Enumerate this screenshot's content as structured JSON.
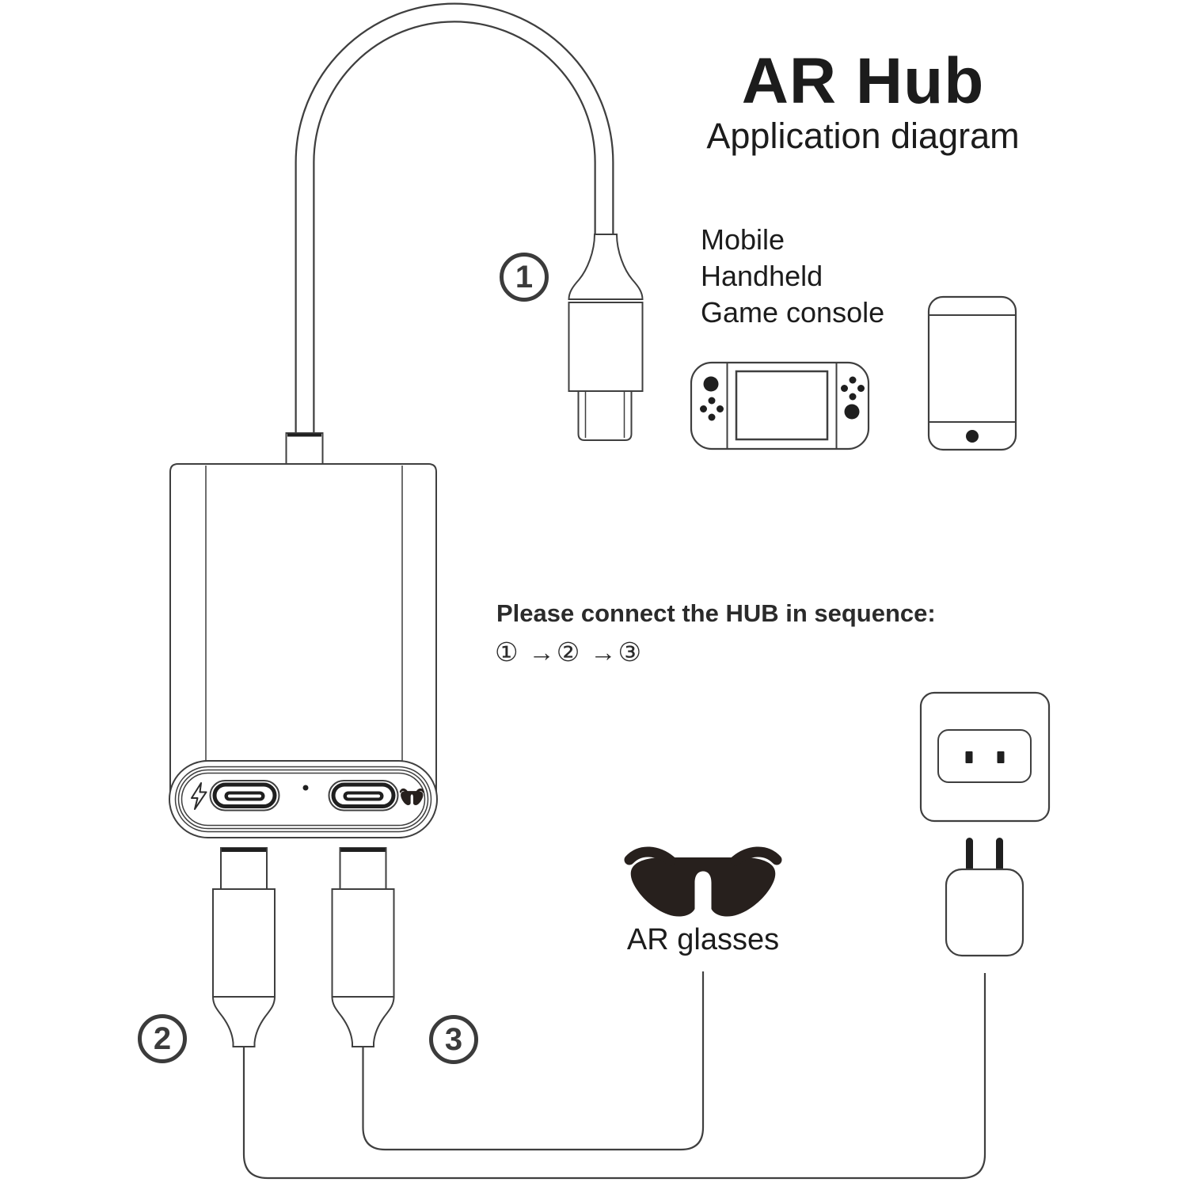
{
  "colors": {
    "background": "#ffffff",
    "line": "#3f3f3f",
    "dark_fill": "#1f1f1f",
    "glasses_fill": "#27201d",
    "text": "#1c1c1c"
  },
  "header": {
    "title": "AR Hub",
    "subtitle": "Application diagram"
  },
  "source_devices": {
    "lines": [
      "Mobile",
      "Handheld",
      "Game console"
    ],
    "icons": [
      "game-console-icon",
      "phone-icon"
    ]
  },
  "steps": {
    "step1": "1",
    "step2": "2",
    "step3": "3"
  },
  "instruction": {
    "heading": "Please connect the HUB in sequence:",
    "sequence": "① →② →③"
  },
  "ar_glasses": {
    "label": "AR glasses"
  },
  "hub": {
    "ports": [
      {
        "icon": "lightning-bolt-icon"
      },
      {
        "icon": "glasses-icon"
      }
    ],
    "indicator": "led-dot"
  },
  "power": {
    "icons": [
      "wall-outlet-icon",
      "power-adapter-icon"
    ]
  }
}
